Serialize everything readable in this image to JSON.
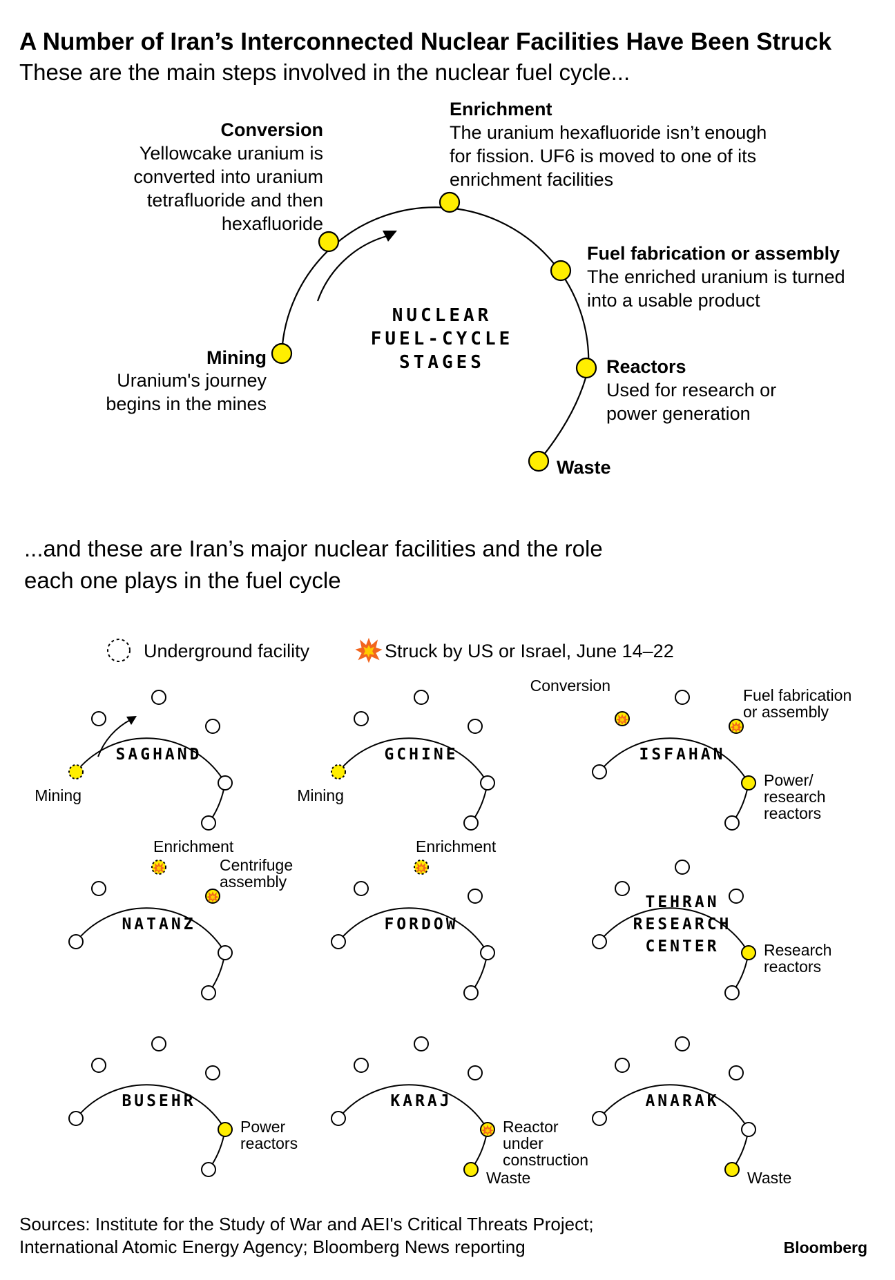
{
  "title": "A Number of Iran’s Interconnected Nuclear Facilities Have Been Struck",
  "subtitle": "These are the main steps involved in the nuclear fuel cycle...",
  "cycle": {
    "center_label": [
      "NUCLEAR",
      "FUEL-CYCLE",
      "STAGES"
    ],
    "stages": [
      {
        "key": "mining",
        "name": "Mining",
        "desc": [
          "Uranium's journey",
          "begins in the mines"
        ]
      },
      {
        "key": "conversion",
        "name": "Conversion",
        "desc": [
          "Yellowcake uranium is",
          "converted into uranium",
          "tetrafluoride and then",
          "hexafluoride"
        ]
      },
      {
        "key": "enrichment",
        "name": "Enrichment",
        "desc": [
          "The uranium hexafluoride isn’t enough",
          "for fission. UF6 is moved to one of its",
          "enrichment facilities"
        ]
      },
      {
        "key": "fabrication",
        "name": "Fuel fabrication or assembly",
        "desc": [
          "The enriched uranium is turned",
          "into a usable product"
        ]
      },
      {
        "key": "reactors",
        "name": "Reactors",
        "desc": [
          "Used for research or",
          "power generation"
        ]
      },
      {
        "key": "waste",
        "name": "Waste",
        "desc": []
      }
    ]
  },
  "facilities_intro": [
    "...and these are Iran’s major nuclear facilities and the role",
    "each one plays in the fuel cycle"
  ],
  "legend": {
    "underground": "Underground facility",
    "struck": "Struck by US or Israel, June 14–22"
  },
  "facilities": [
    {
      "name": [
        "SAGHAND"
      ],
      "active": [
        {
          "stage": 0,
          "struck": false,
          "underground": true
        }
      ],
      "labels": [
        {
          "stage": 0,
          "lines": [
            "Mining"
          ]
        }
      ],
      "arrow": true
    },
    {
      "name": [
        "GCHINE"
      ],
      "active": [
        {
          "stage": 0,
          "struck": false,
          "underground": true
        }
      ],
      "labels": [
        {
          "stage": 0,
          "lines": [
            "Mining"
          ]
        }
      ],
      "arrow": false
    },
    {
      "name": [
        "ISFAHAN"
      ],
      "active": [
        {
          "stage": 1,
          "struck": true,
          "underground": false
        },
        {
          "stage": 3,
          "struck": true,
          "underground": false
        },
        {
          "stage": 4,
          "struck": false,
          "underground": false
        }
      ],
      "labels": [
        {
          "stage": 1,
          "lines": [
            "Conversion"
          ]
        },
        {
          "stage": 3,
          "lines": [
            "Fuel fabrication",
            "or assembly"
          ]
        },
        {
          "stage": 4,
          "lines": [
            "Power/",
            "research",
            "reactors"
          ]
        }
      ],
      "arrow": false
    },
    {
      "name": [
        "NATANZ"
      ],
      "active": [
        {
          "stage": 2,
          "struck": true,
          "underground": true
        },
        {
          "stage": 3,
          "struck": true,
          "underground": false
        }
      ],
      "labels": [
        {
          "stage": 2,
          "lines": [
            "Enrichment"
          ]
        },
        {
          "stage": 3,
          "lines": [
            "Centrifuge",
            "assembly"
          ]
        }
      ],
      "arrow": false
    },
    {
      "name": [
        "FORDOW"
      ],
      "active": [
        {
          "stage": 2,
          "struck": true,
          "underground": true
        }
      ],
      "labels": [
        {
          "stage": 2,
          "lines": [
            "Enrichment"
          ]
        }
      ],
      "arrow": false
    },
    {
      "name": [
        "TEHRAN",
        "RESEARCH",
        "CENTER"
      ],
      "active": [
        {
          "stage": 4,
          "struck": false,
          "underground": false
        }
      ],
      "labels": [
        {
          "stage": 4,
          "lines": [
            "Research",
            "reactors"
          ]
        }
      ],
      "arrow": false
    },
    {
      "name": [
        "BUSEHR"
      ],
      "active": [
        {
          "stage": 4,
          "struck": false,
          "underground": false
        }
      ],
      "labels": [
        {
          "stage": 4,
          "lines": [
            "Power",
            "reactors"
          ]
        }
      ],
      "arrow": false
    },
    {
      "name": [
        "KARAJ"
      ],
      "active": [
        {
          "stage": 4,
          "struck": true,
          "underground": false
        },
        {
          "stage": 5,
          "struck": false,
          "underground": false
        }
      ],
      "labels": [
        {
          "stage": 4,
          "lines": [
            "Reactor",
            "under",
            "construction"
          ]
        },
        {
          "stage": 5,
          "lines": [
            "Waste"
          ]
        }
      ],
      "arrow": false
    },
    {
      "name": [
        "ANARAK"
      ],
      "active": [
        {
          "stage": 5,
          "struck": false,
          "underground": false
        }
      ],
      "labels": [
        {
          "stage": 5,
          "lines": [
            "Waste"
          ]
        }
      ],
      "arrow": false
    }
  ],
  "sources": [
    "Sources: Institute for the Study of War and AEI's Critical Threats Project;",
    "International Atomic Energy Agency; Bloomberg News reporting"
  ],
  "brand": "Bloomberg",
  "colors": {
    "node_active": "#ffee00",
    "node_inactive": "#ffffff",
    "stroke": "#000000",
    "fire_outer": "#f2651d",
    "fire_inner": "#ffcc00"
  }
}
